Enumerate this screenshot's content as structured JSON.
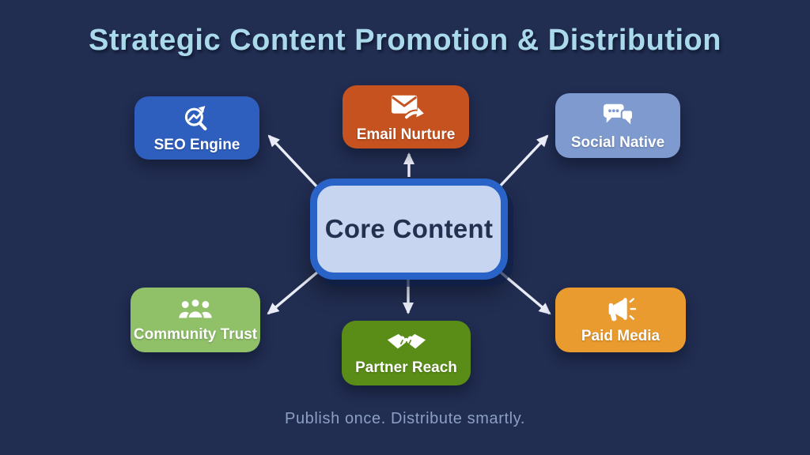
{
  "background_color": "#212D51",
  "arrow_color": "#EAEDF8",
  "title": {
    "text": "Strategic Content Promotion & Distribution",
    "color": "#A9D9EB"
  },
  "footer": {
    "text": "Publish once. Distribute smartly.",
    "color": "#8C9FC4"
  },
  "center_node": {
    "label": "Core Content",
    "fill": "#C7D5F0",
    "border_color": "#2A63C8",
    "text_color": "#24304F"
  },
  "nodes": [
    {
      "label": "SEO Engine",
      "color": "#2F5FBE",
      "icon": "search-trend-icon",
      "position": "top-left"
    },
    {
      "label": "Email Nurture",
      "color": "#C5521F",
      "icon": "email-forward-icon",
      "position": "top-center"
    },
    {
      "label": "Social Native",
      "color": "#7E9ACE",
      "icon": "chat-bubbles-icon",
      "position": "top-right"
    },
    {
      "label": "Community Trust",
      "color": "#90C169",
      "icon": "people-group-icon",
      "position": "bottom-left"
    },
    {
      "label": "Partner Reach",
      "color": "#5A8D17",
      "icon": "handshake-icon",
      "position": "bottom-center"
    },
    {
      "label": "Paid Media",
      "color": "#E99B2F",
      "icon": "megaphone-icon",
      "position": "bottom-right"
    }
  ]
}
